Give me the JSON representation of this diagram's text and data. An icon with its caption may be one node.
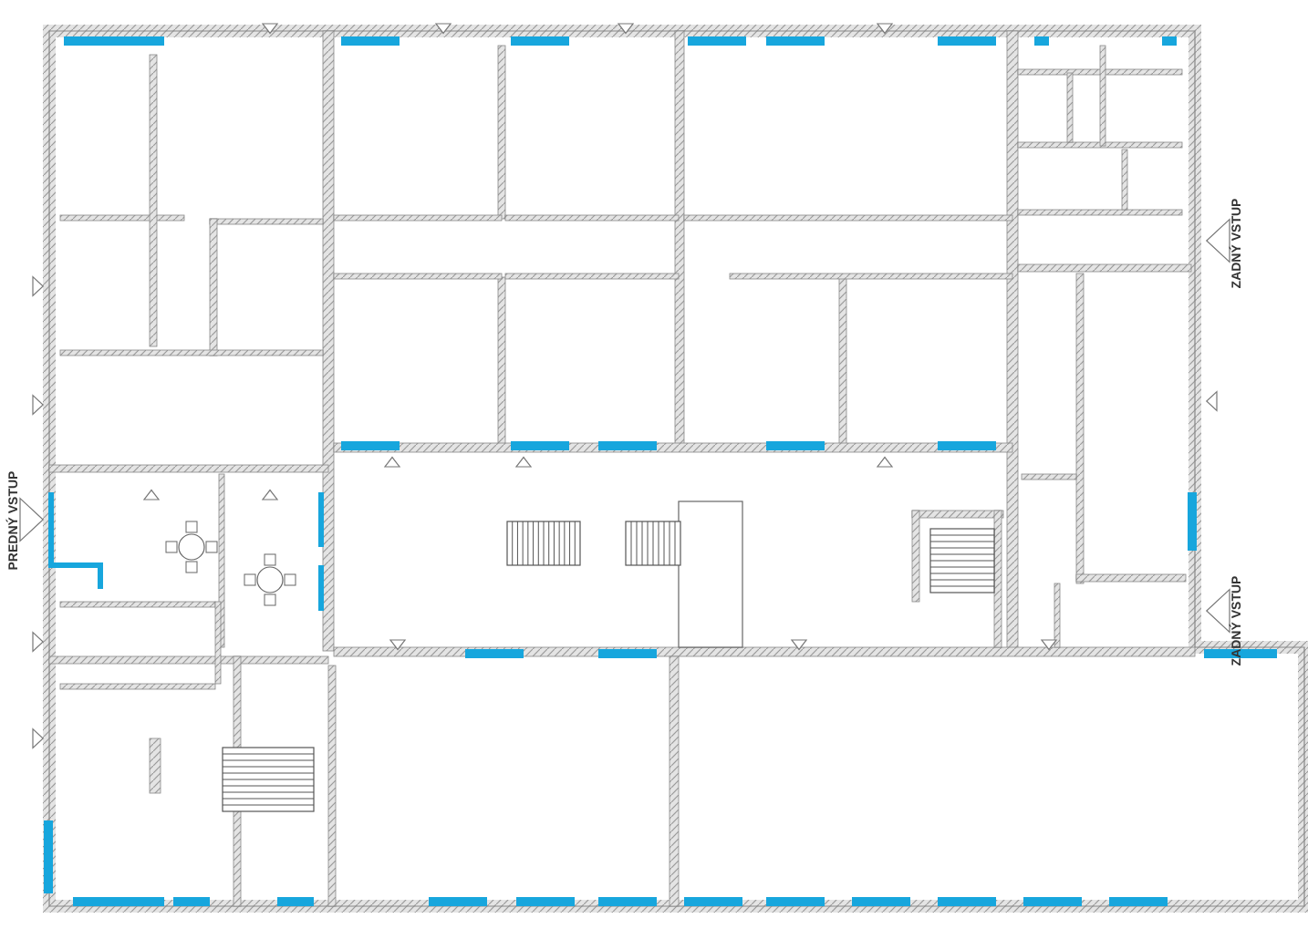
{
  "diagram": {
    "labels": [
      "ZADNÝ VSTUP",
      "PREDNÝ VSTUP",
      "ZADNÝ VSTUP"
    ]
  }
}
